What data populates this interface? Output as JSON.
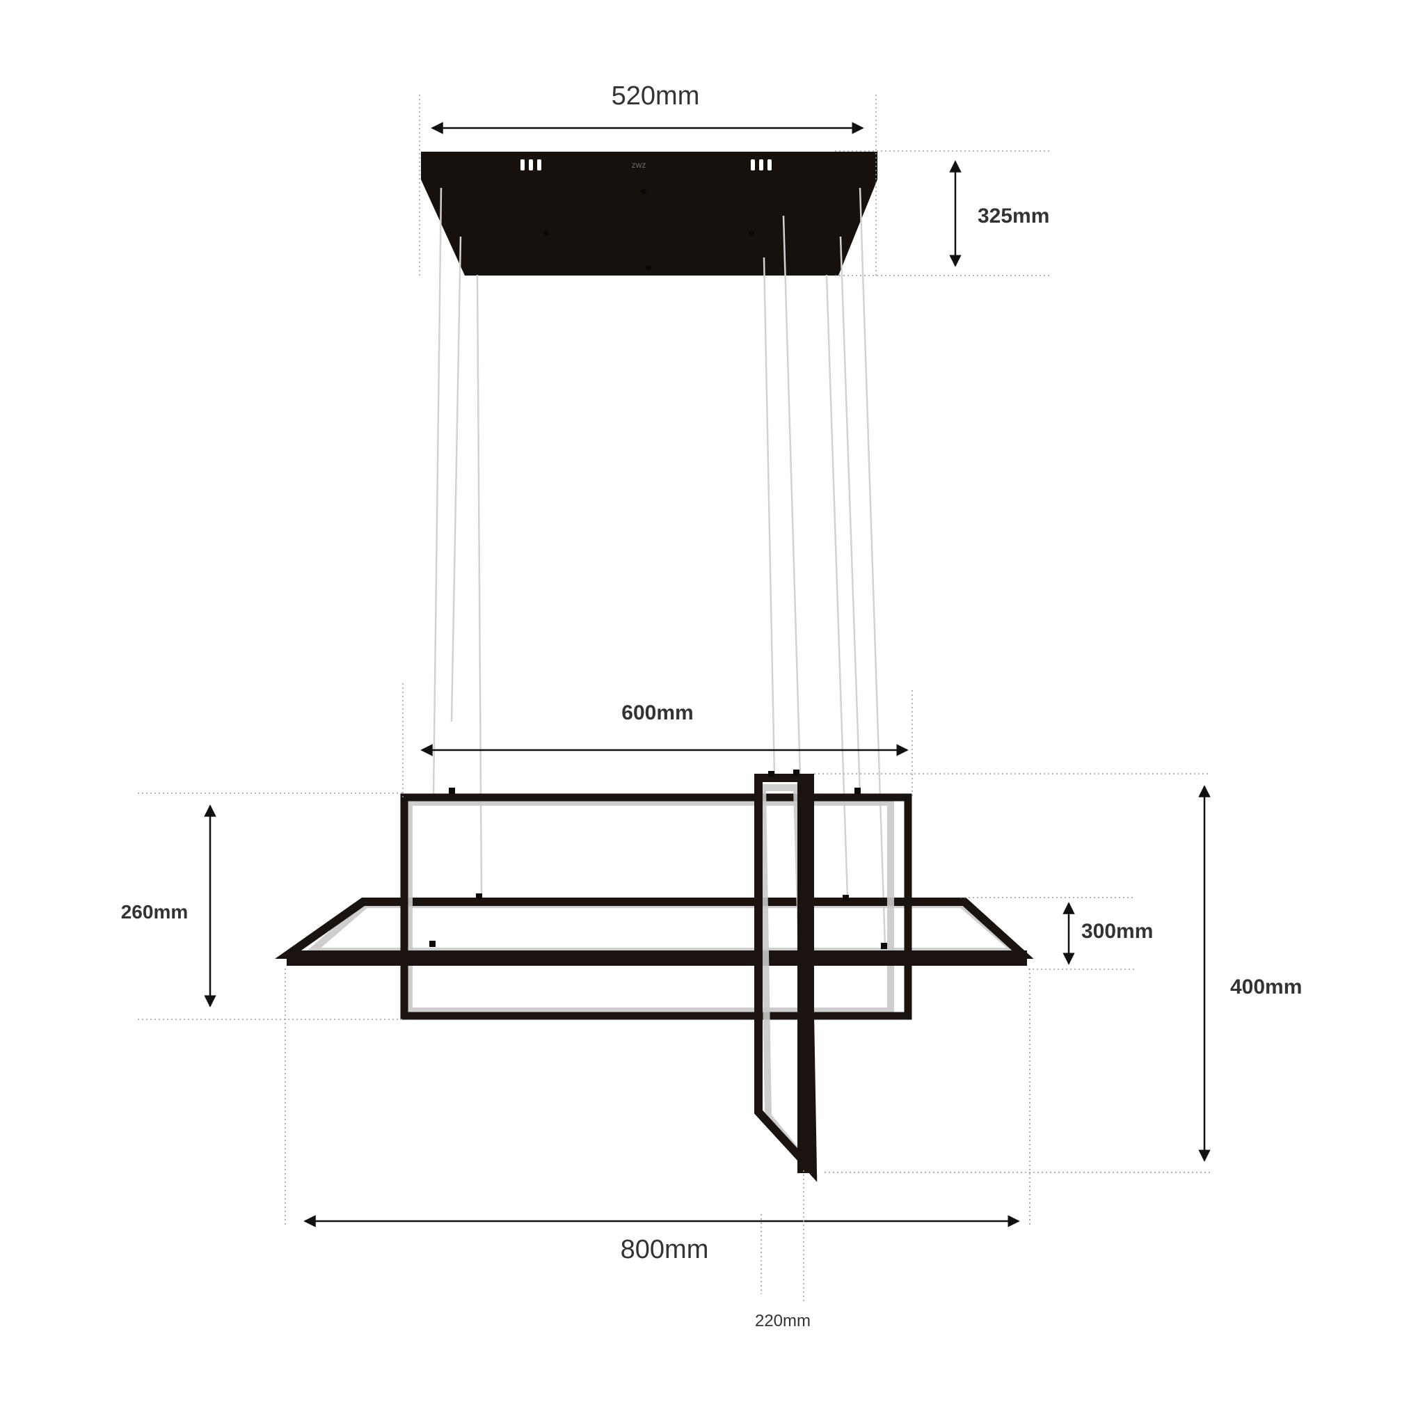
{
  "dimensions": {
    "canopy_width": "520mm",
    "canopy_depth": "325mm",
    "upper_frame_width": "600mm",
    "upper_frame_height": "260mm",
    "lower_frame_depth": "300mm",
    "overall_height": "400mm",
    "overall_width": "800mm",
    "vertical_frame_depth": "220mm"
  },
  "canopy": {
    "brand_mark": "zwz"
  },
  "colors": {
    "frame": "#1a1310",
    "diffuser": "#c9c9c9",
    "cable": "#d2d2d2"
  }
}
